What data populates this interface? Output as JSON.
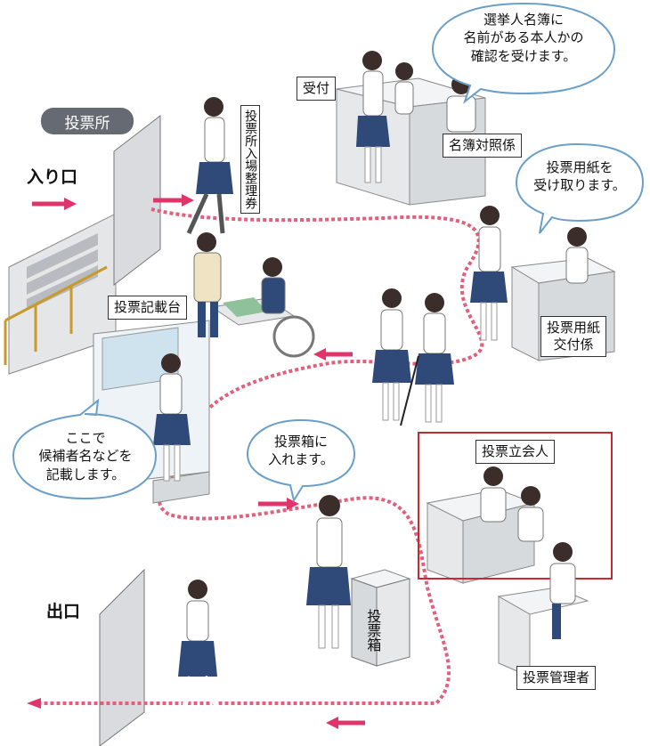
{
  "signs": {
    "polling_station": "投票所",
    "entrance": "入り口",
    "exit": "出口"
  },
  "labels": {
    "reception": "受付",
    "ticket": "投票所入場整理券",
    "register_checker": "名簿対照係",
    "ballot_issuer": "投票用紙\n交付係",
    "writing_booth": "投票記載台",
    "witnesses": "投票立会人",
    "ballot_box": "投票箱",
    "manager": "投票管理者"
  },
  "bubbles": {
    "register_check": "選挙人名簿に\n名前がある本人かの\n確認を受けます。",
    "receive_ballot": "投票用紙を\n受け取ります。",
    "write_name": "ここで\n候補者名などを\n記載します。",
    "insert_ballot": "投票箱に\n入れます。"
  },
  "colors": {
    "path": "#e0607e",
    "arrow": "#e0356b",
    "witness_frame": "#c8282f",
    "skirt": "#2f4a78",
    "desk": "#e6e8ea"
  }
}
